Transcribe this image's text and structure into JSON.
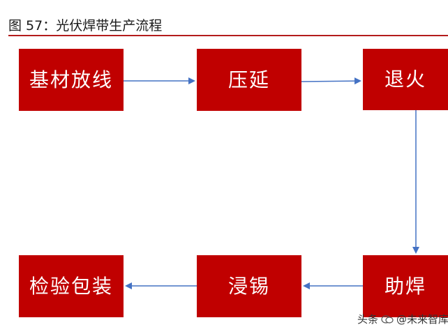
{
  "title": "图 57：光伏焊带生产流程",
  "nodes": {
    "n1": "基材放线",
    "n2": "压延",
    "n3": "退火",
    "n4": "助焊",
    "n5": "浸锡",
    "n6": "检验包装"
  },
  "watermark": {
    "prefix": "头条",
    "handle": "@未来智库"
  },
  "colors": {
    "node_fill": "#c00000",
    "arrow": "#4472c4",
    "title_rule": "#b31b1b"
  }
}
